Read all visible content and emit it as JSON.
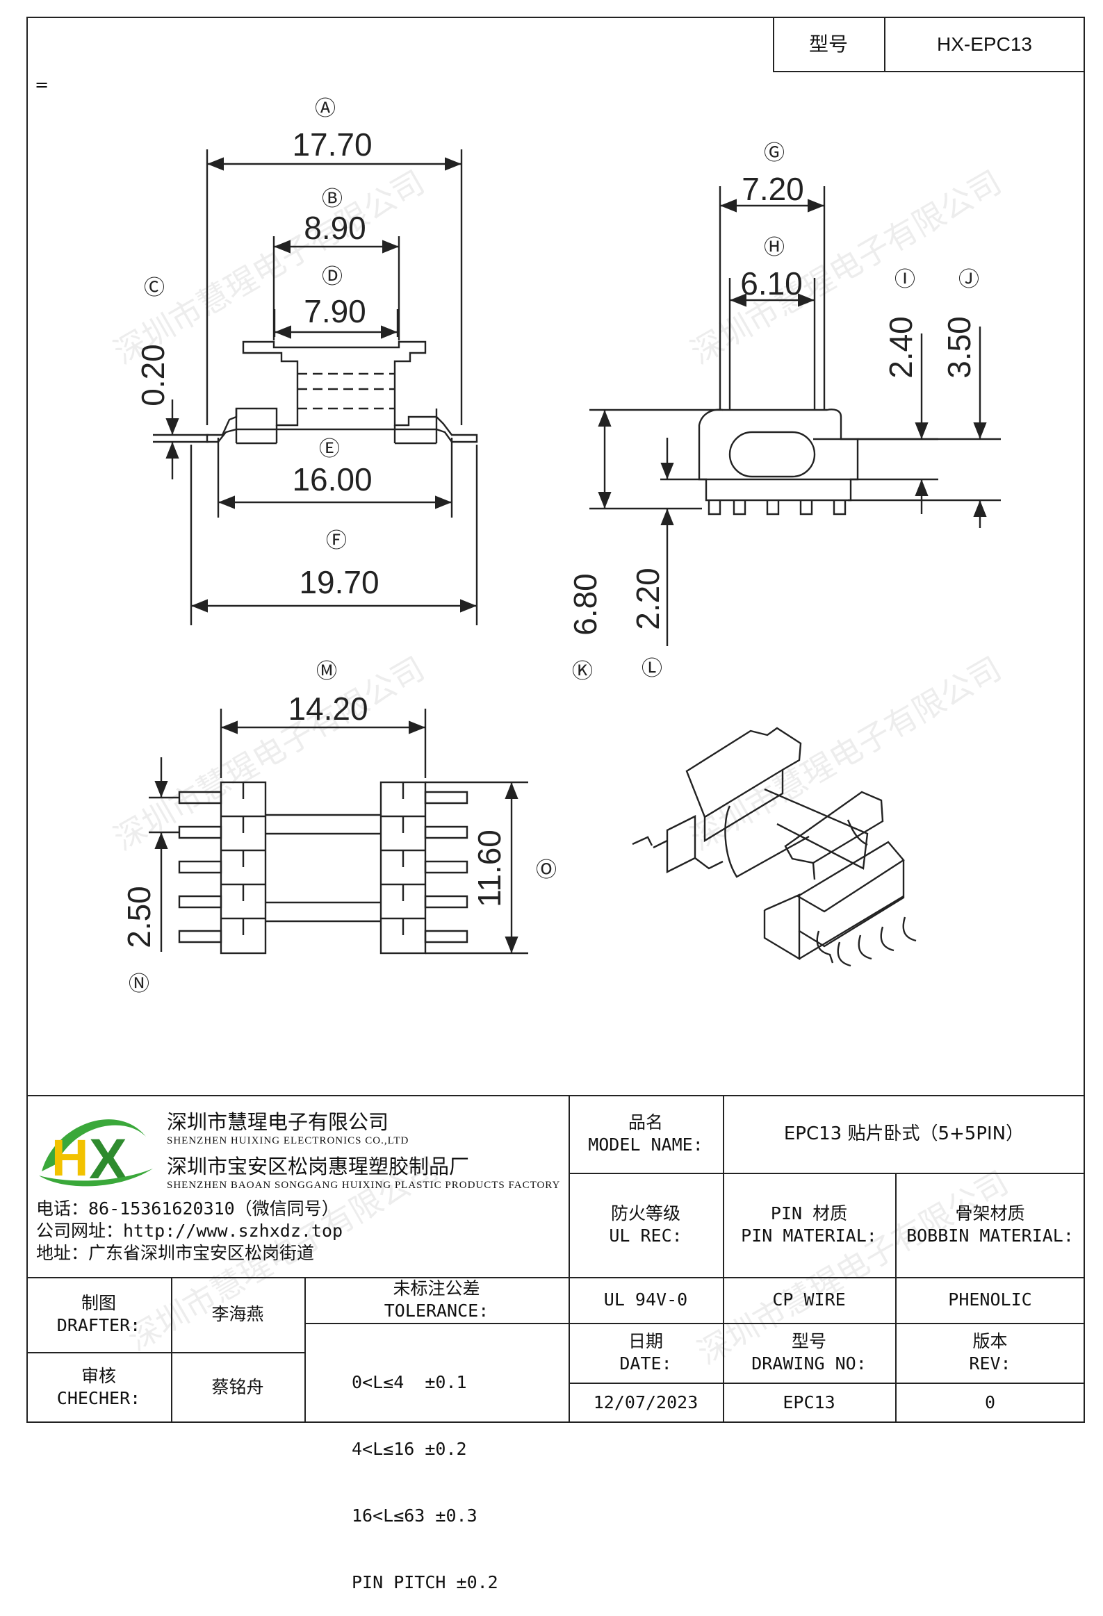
{
  "header": {
    "model_label": "型号",
    "model_value": "HX-EPC13",
    "marker": "="
  },
  "dimensions": {
    "A": "17.70",
    "B": "8.90",
    "C": "0.20",
    "D": "7.90",
    "E": "16.00",
    "F": "19.70",
    "G": "7.20",
    "H": "6.10",
    "I": "2.40",
    "J": "3.50",
    "K": "6.80",
    "L": "2.20",
    "M": "14.20",
    "N": "2.50",
    "O": "11.60"
  },
  "watermark": "深圳市慧瑆电子有限公司",
  "company": {
    "name_cn": "深圳市慧瑆电子有限公司",
    "name_en": "SHENZHEN HUIXING ELECTRONICS CO.,LTD",
    "factory_cn": "深圳市宝安区松岗惠瑆塑胶制品厂",
    "factory_en": "SHENZHEN BAOAN SONGGANG HUIXING PLASTIC PRODUCTS FACTORY",
    "phone": "电话：86-15361620310（微信同号）",
    "website": "公司网址：http://www.szhxdz.top",
    "address": "地址：广东省深圳市宝安区松岗街道",
    "logo_colors": {
      "h": "#f2c200",
      "x": "#2e8b2e",
      "swoosh": "#3aa83a"
    }
  },
  "title_block": {
    "model_name_cn": "品名",
    "model_name_en": "MODEL NAME:",
    "model_name_value": "EPC13 贴片卧式（5+5PIN）",
    "ul_rec_cn": "防火等级",
    "ul_rec_en": "UL REC:",
    "pin_material_cn": "PIN 材质",
    "pin_material_en": "PIN MATERIAL:",
    "bobbin_material_cn": "骨架材质",
    "bobbin_material_en": "BOBBIN MATERIAL:",
    "ul_value": "UL 94V-0",
    "pin_value": "CP WIRE",
    "bobbin_value": "PHENOLIC",
    "drafter_cn": "制图",
    "drafter_en": "DRAFTER:",
    "drafter_name": "李海燕",
    "checker_cn": "审核",
    "checker_en": "CHECHER:",
    "checker_name": "蔡铭舟",
    "tolerance_cn": "未标注公差",
    "tolerance_en": "TOLERANCE:",
    "tolerance_rows": [
      "0<L≤4  ±0.1",
      "4<L≤16 ±0.2",
      "16<L≤63 ±0.3",
      "PIN PITCH ±0.2"
    ],
    "date_cn": "日期",
    "date_en": "DATE:",
    "drawing_no_cn": "型号",
    "drawing_no_en": "DRAWING NO:",
    "rev_cn": "版本",
    "rev_en": "REV:",
    "date_value": "12/07/2023",
    "drawing_no_value": "EPC13",
    "rev_value": "0"
  }
}
